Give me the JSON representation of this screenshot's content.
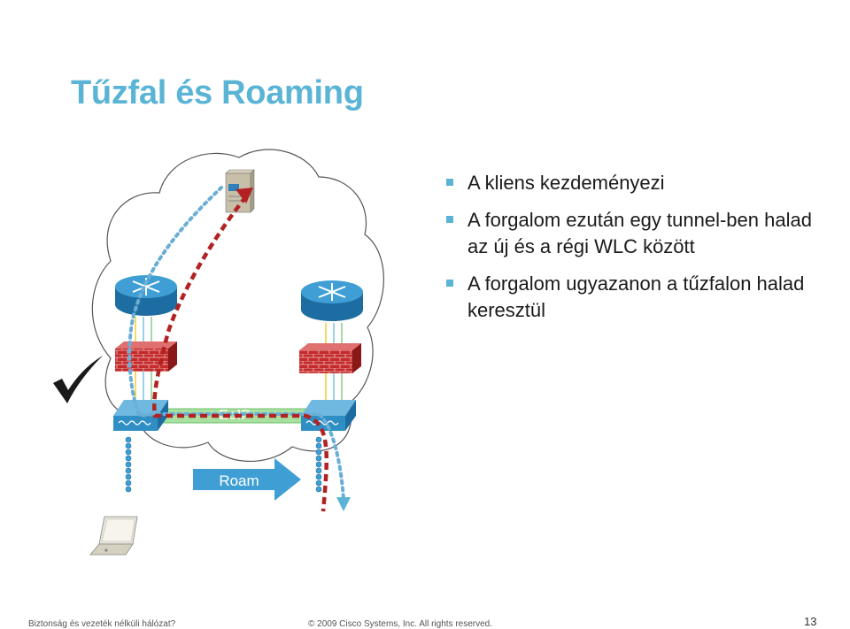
{
  "slide": {
    "title": "Tűzfal és Roaming",
    "bullets": [
      "A kliens kezdeményezi",
      "A forgalom ezután egy tunnel-ben halad az új és a régi WLC között",
      "A forgalom ugyazanon a tűzfalon halad keresztül"
    ]
  },
  "diagram": {
    "tunnel_label": "EoIP",
    "roam_label": "Roam"
  },
  "footer": {
    "left": "Biztonság és vezeték nélküli hálózat?",
    "copyright": "© 2009 Cisco Systems, Inc. All rights reserved.",
    "page": "13"
  },
  "colors": {
    "title": "#5ab4d6",
    "bullet": "#5ab4d6",
    "router": "#2f8fc4",
    "firewall": "#c42a2a",
    "red_path": "#b22222",
    "blue_path": "#6aaed6",
    "tunnel": "#8fd48f",
    "check": "#1a1a1a"
  }
}
